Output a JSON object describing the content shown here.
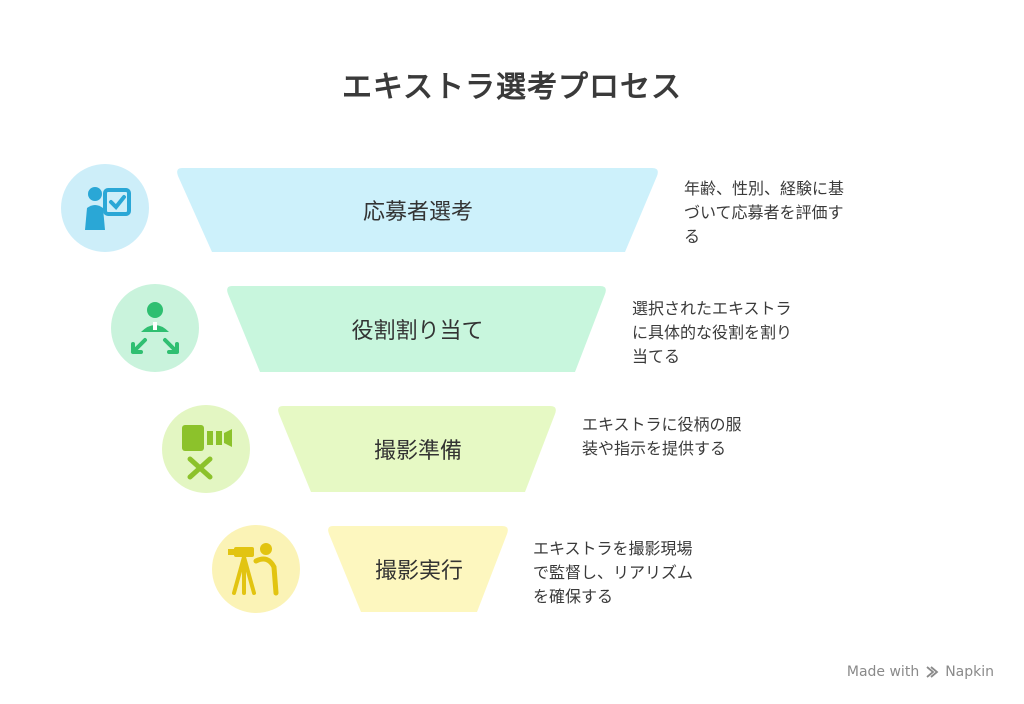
{
  "title": "エキストラ選考プロセス",
  "stages": [
    {
      "label": "応募者選考",
      "description": "年齢、性別、経験に基\nづいて応募者を評価す\nる",
      "icon": "candidate-review-icon",
      "color": "#cdf1fb",
      "icon_bg": "#cdeef9",
      "icon_color": "#2aa7d6"
    },
    {
      "label": "役割割り当て",
      "description": "選択されたエキストラ\nに具体的な役割を割り\n当てる",
      "icon": "role-assign-icon",
      "color": "#c8f6dd",
      "icon_bg": "#c9f3dc",
      "icon_color": "#2fbf71"
    },
    {
      "label": "撮影準備",
      "description": "エキストラに役柄の服\n装や指示を提供する",
      "icon": "camera-prep-icon",
      "color": "#e6f9c4",
      "icon_bg": "#e3f6c2",
      "icon_color": "#8cc22b"
    },
    {
      "label": "撮影実行",
      "description": "エキストラを撮影現場\nで監督し、リアリズム\nを確保する",
      "icon": "filming-camera-icon",
      "color": "#fdf7bf",
      "icon_bg": "#fbf3b6",
      "icon_color": "#e2c411"
    }
  ],
  "footer": {
    "made_with": "Made with",
    "brand": "Napkin",
    "logo_icon": "napkin-logo-icon"
  }
}
